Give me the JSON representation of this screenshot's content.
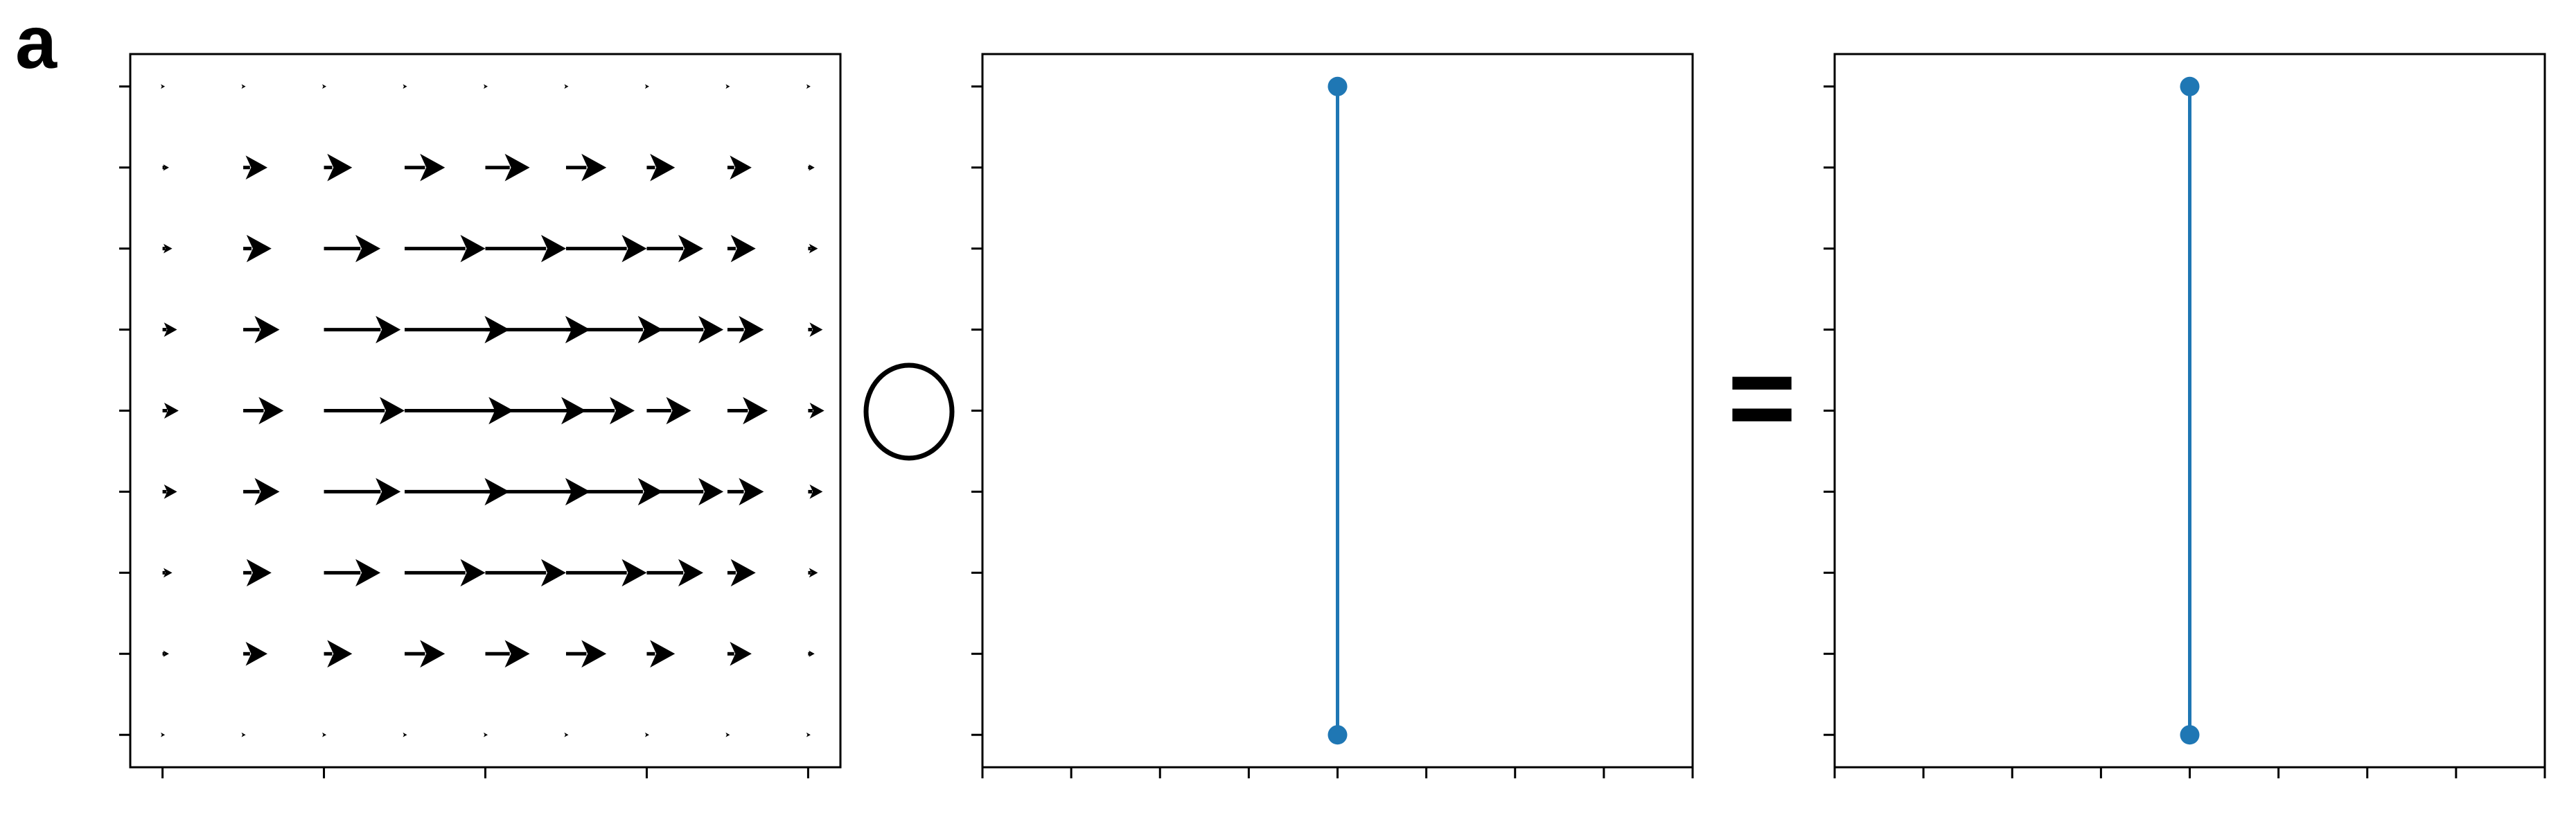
{
  "panel_label": "a",
  "operator_symbol": "compose-circle",
  "equals_symbol": "=",
  "colors": {
    "arrow": "#000000",
    "segment": "#1f77b4",
    "axes": "#000000",
    "background": "#ffffff"
  },
  "chart_data": [
    {
      "type": "quiver",
      "description_key": "vector-field",
      "grid": {
        "x": [
          0,
          1,
          2,
          3,
          4,
          5,
          6,
          7,
          8
        ],
        "y": [
          0,
          1,
          2,
          3,
          4,
          5,
          6,
          7,
          8
        ]
      },
      "xlim": [
        -0.4,
        8.4
      ],
      "ylim": [
        -0.4,
        8.4
      ],
      "xticks": [
        0,
        2,
        4,
        6,
        8
      ],
      "yticks": [
        0,
        1,
        2,
        3,
        4,
        5,
        6,
        7,
        8
      ],
      "tick_labels_visible": false,
      "u_rows": [
        [
          0.03,
          0.03,
          0.03,
          0.03,
          0.03,
          0.03,
          0.03,
          0.03,
          0.03
        ],
        [
          0.08,
          0.3,
          0.35,
          0.5,
          0.55,
          0.5,
          0.35,
          0.3,
          0.08
        ],
        [
          0.12,
          0.35,
          0.7,
          1.0,
          1.0,
          1.0,
          0.7,
          0.35,
          0.12
        ],
        [
          0.18,
          0.45,
          0.95,
          1.3,
          1.3,
          1.2,
          0.95,
          0.45,
          0.18
        ],
        [
          0.2,
          0.5,
          1.0,
          1.35,
          1.25,
          0.85,
          0.55,
          0.5,
          0.2
        ],
        [
          0.18,
          0.45,
          0.95,
          1.3,
          1.3,
          1.2,
          0.95,
          0.45,
          0.18
        ],
        [
          0.12,
          0.35,
          0.7,
          1.0,
          1.0,
          1.0,
          0.7,
          0.35,
          0.12
        ],
        [
          0.08,
          0.3,
          0.35,
          0.5,
          0.55,
          0.5,
          0.35,
          0.3,
          0.08
        ],
        [
          0.03,
          0.03,
          0.03,
          0.03,
          0.03,
          0.03,
          0.03,
          0.03,
          0.03
        ]
      ],
      "v_rows": "all-zero",
      "grid_on": false,
      "legend": "none"
    },
    {
      "type": "line",
      "description_key": "vertical-segment-input",
      "series": [
        {
          "x": [
            0,
            0
          ],
          "y": [
            -1,
            1
          ],
          "color": "#1f77b4",
          "markers": true
        }
      ],
      "xlim": [
        -1,
        1
      ],
      "ylim": [
        -1.1,
        1.1
      ],
      "xticks": [
        -1,
        -0.75,
        -0.5,
        -0.25,
        0,
        0.25,
        0.5,
        0.75,
        1
      ],
      "yticks": [
        -1,
        -0.75,
        -0.5,
        -0.25,
        0,
        0.25,
        0.5,
        0.75,
        1
      ],
      "tick_labels_visible": false,
      "grid_on": false,
      "legend": "none"
    },
    {
      "type": "line",
      "description_key": "vertical-segment-output",
      "series": [
        {
          "x": [
            0,
            0
          ],
          "y": [
            -1,
            1
          ],
          "color": "#1f77b4",
          "markers": true
        }
      ],
      "xlim": [
        -1,
        1
      ],
      "ylim": [
        -1.1,
        1.1
      ],
      "xticks": [
        -1,
        -0.75,
        -0.5,
        -0.25,
        0,
        0.25,
        0.5,
        0.75,
        1
      ],
      "yticks": [
        -1,
        -0.75,
        -0.5,
        -0.25,
        0,
        0.25,
        0.5,
        0.75,
        1
      ],
      "tick_labels_visible": false,
      "grid_on": false,
      "legend": "none"
    }
  ]
}
